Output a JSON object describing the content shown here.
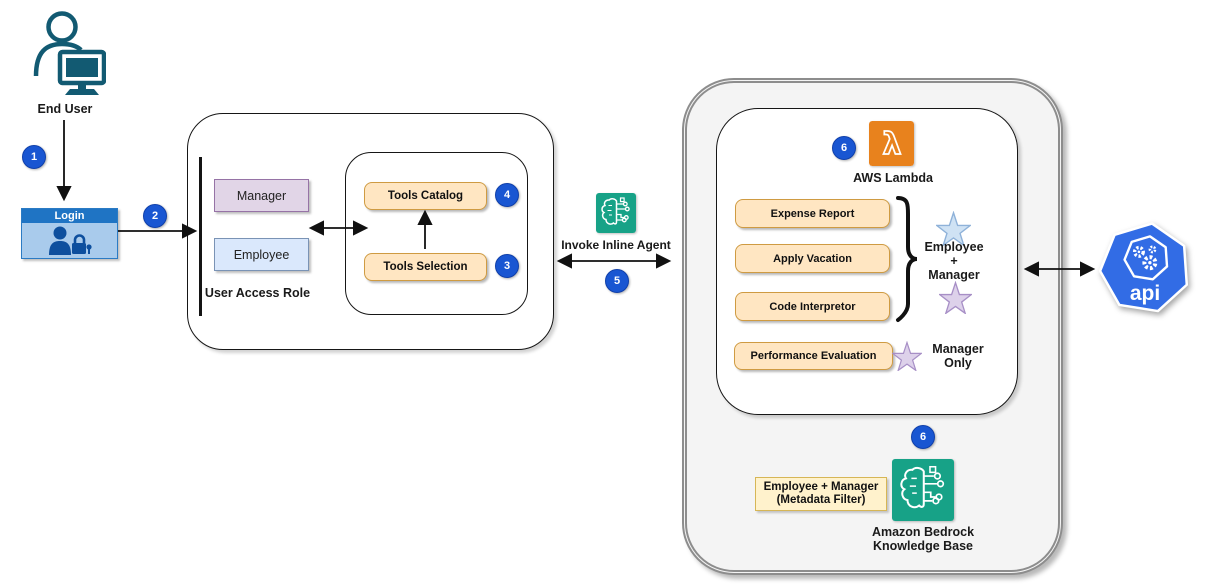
{
  "end_user": {
    "label": "End User"
  },
  "login": {
    "title": "Login"
  },
  "steps": {
    "s1": "1",
    "s2": "2",
    "s3": "3",
    "s4": "4",
    "s5": "5",
    "s6_lambda": "6",
    "s6_kb": "6"
  },
  "user_access_role": {
    "title": "User Access Role",
    "manager": "Manager",
    "employee": "Employee",
    "tools_catalog": "Tools Catalog",
    "tools_selection": "Tools Selection"
  },
  "invoke_inline_agent": {
    "label": "Invoke Inline Agent"
  },
  "lambda_section": {
    "service": "AWS Lambda",
    "tools": [
      "Expense Report",
      "Apply Vacation",
      "Code Interpretor"
    ],
    "shared_access": [
      "Employee",
      "+",
      "Manager"
    ],
    "restricted_tool": "Performance Evaluation",
    "restricted_access": [
      "Manager",
      "Only"
    ]
  },
  "knowledge_base": {
    "filter": [
      "Employee + Manager",
      "(Metadata Filter)"
    ],
    "service": [
      "Amazon Bedrock",
      "Knowledge Base"
    ]
  },
  "api": {
    "label": "api"
  },
  "colors": {
    "step_badge_blue": "#1956D2",
    "login_blue": "#1F74C4",
    "end_user_teal": "#125A72",
    "manager_fill": "#E1D5E7",
    "employee_fill": "#DAE8FC",
    "tool_fill": "#FFE6C2",
    "tool_border": "#CF9B42",
    "lambda_orange": "#E8821D",
    "bedrock_green": "#17A287",
    "metadata_fill": "#FFF2CC",
    "api_blue": "#326CE5",
    "star_blue_fill": "#CFE2F4",
    "star_purple_fill": "#DDD1EA"
  }
}
